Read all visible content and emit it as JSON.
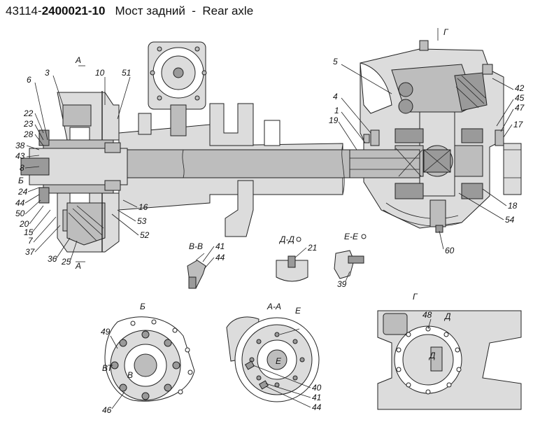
{
  "title": {
    "part_prefix": "43114-",
    "part_number": "2400021-10",
    "name_ru": "Мост задний",
    "separator": "-",
    "name_en": "Rear axle"
  },
  "section_labels": {
    "A_top": "А",
    "A_bottom": "А",
    "B_left": "Б",
    "G_top": "Г",
    "VV": "В-В",
    "DD": "Д-Д",
    "EE": "Е-Е",
    "view_B": "Б",
    "view_AA": "А-А",
    "E_mark": "Е",
    "E_inner": "Е",
    "view_G": "Г",
    "D_mark_1": "Д",
    "D_mark_2": "Д",
    "VT_mark": "ВТ",
    "V_mark": "В"
  },
  "callouts_hub": [
    "6",
    "3",
    "10",
    "51",
    "22",
    "23",
    "28",
    "38",
    "43",
    "8",
    "24",
    "44",
    "50",
    "20",
    "15",
    "7",
    "37",
    "36",
    "25",
    "16",
    "53",
    "52"
  ],
  "callouts_diff": [
    "5",
    "4",
    "1",
    "19",
    "42",
    "45",
    "47",
    "17",
    "18",
    "54",
    "60"
  ],
  "callouts_sections": [
    "41",
    "44",
    "21",
    "39"
  ],
  "callouts_views": [
    "49",
    "46",
    "40",
    "41",
    "44",
    "48"
  ],
  "colors": {
    "line": "#222222",
    "shade_light": "#dcdcdc",
    "shade_mid": "#bdbdbd",
    "shade_dark": "#9a9a9a"
  }
}
